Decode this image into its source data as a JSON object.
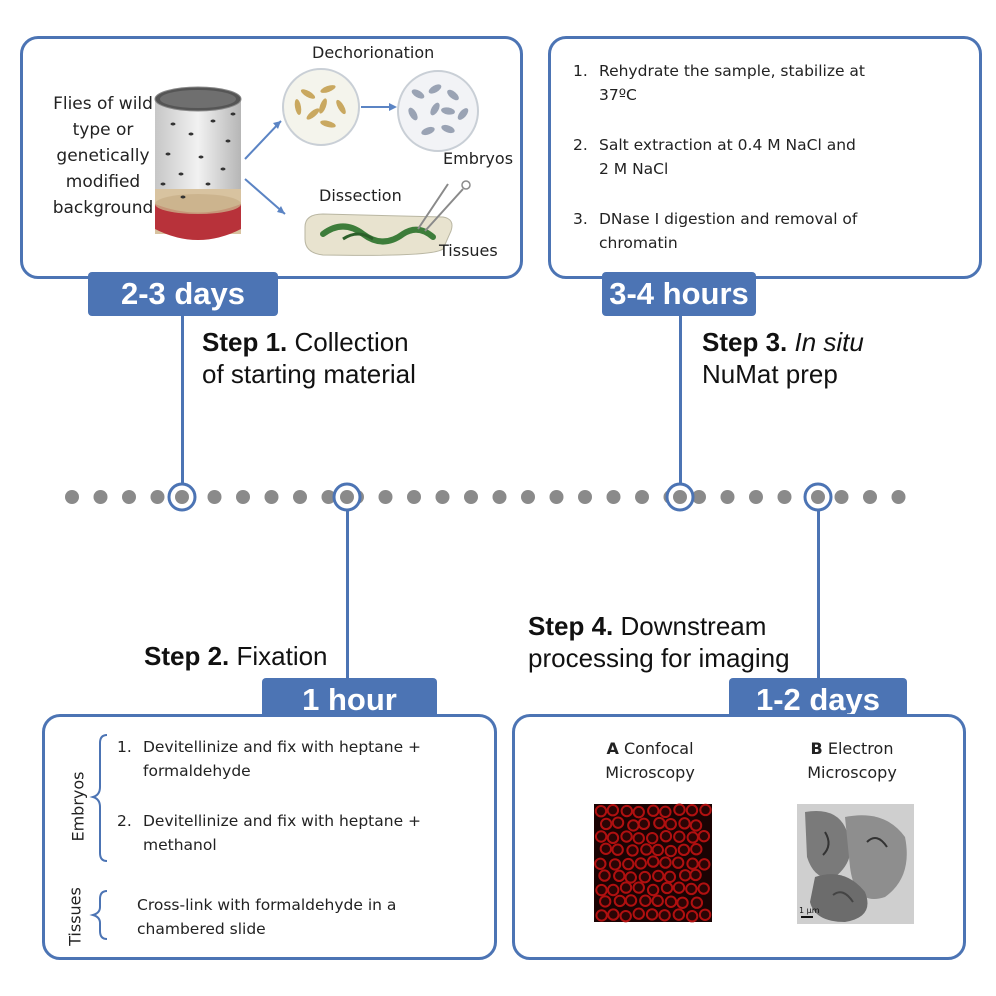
{
  "step1": {
    "duration": "2-3 days",
    "title_bold": "Step 1.",
    "title_rest_line1": " Collection",
    "title_line2": "of starting material",
    "flies_label": [
      "Flies of wild",
      "type or",
      "genetically",
      "modified",
      "background"
    ],
    "dechorionation": "Dechorionation",
    "embryos": "Embryos",
    "dissection": "Dissection",
    "tissues": "Tissues"
  },
  "step2": {
    "duration": "1 hour",
    "title_bold": "Step 2.",
    "title_rest": " Fixation",
    "group_embryos": "Embryos",
    "group_tissues": "Tissues",
    "items": [
      {
        "num": "1.",
        "line1": "Devitellinize and fix with heptane +",
        "line2": "formaldehyde"
      },
      {
        "num": "2.",
        "line1": "Devitellinize and fix with heptane +",
        "line2": "methanol"
      }
    ],
    "tissue_text": [
      "Cross-link with formaldehyde in a",
      "chambered slide"
    ]
  },
  "step3": {
    "duration": "3-4 hours",
    "title_bold": "Step 3.",
    "title_italic": "In situ",
    "title_line2": "NuMat prep",
    "items": [
      {
        "num": "1.",
        "line1": "Rehydrate the sample, stabilize at",
        "line2": "37ºC"
      },
      {
        "num": "2.",
        "line1": "Salt extraction at 0.4 M NaCl and",
        "line2": "2 M NaCl"
      },
      {
        "num": "3.",
        "line1": "DNase I digestion and removal of",
        "line2": "chromatin"
      }
    ]
  },
  "step4": {
    "duration": "1-2 days",
    "title_bold": "Step 4.",
    "title_rest_line1": " Downstream",
    "title_line2": "processing for imaging",
    "panel_a_letter": "A",
    "panel_a_line1": "Confocal",
    "panel_a_line2": "Microscopy",
    "panel_b_letter": "B",
    "panel_b_line1": "Electron",
    "panel_b_line2": "Microscopy",
    "scale_bar": "1 µm"
  },
  "colors": {
    "accent": "#4c74b4",
    "dots": "#8a8a8a",
    "confocal": "#b01010",
    "vial_base": "#b8323a"
  }
}
